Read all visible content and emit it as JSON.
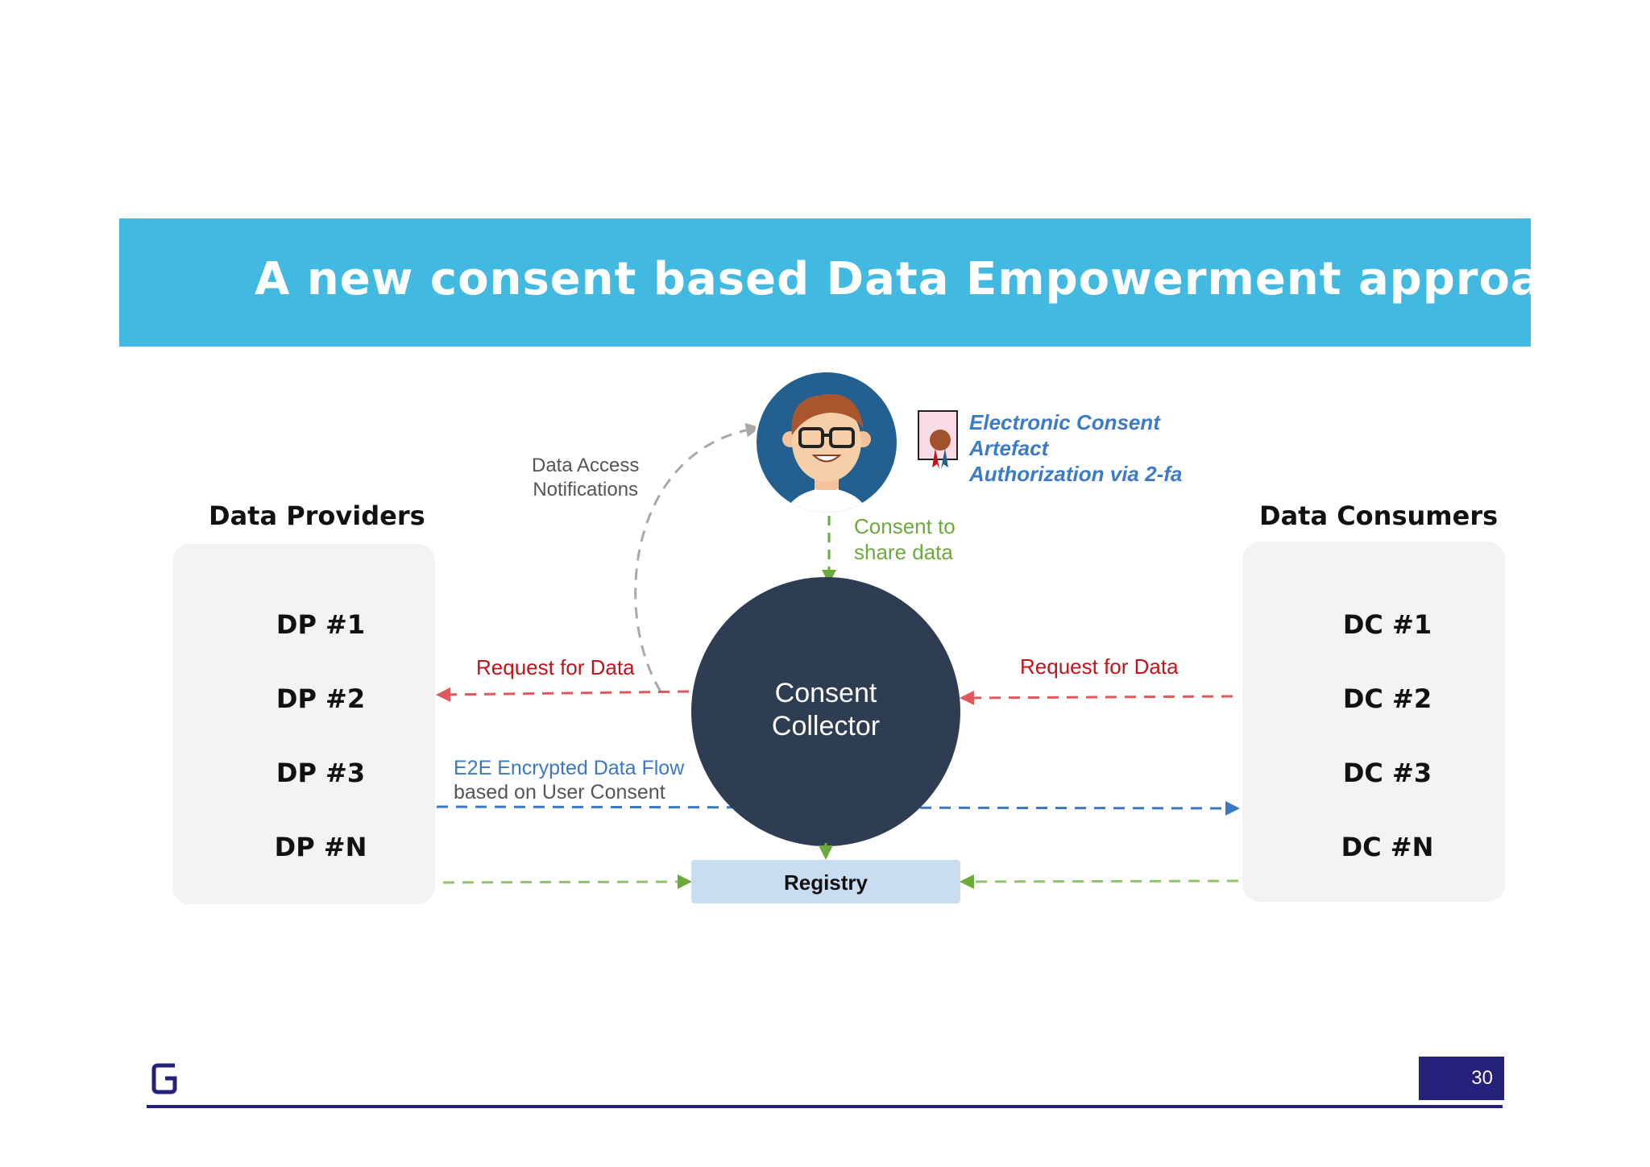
{
  "slide": {
    "title": "A new consent based Data Empowerment approach!",
    "page_number": "30"
  },
  "providers": {
    "title": "Data Providers",
    "items": [
      "DP #1",
      "DP #2",
      "DP #3",
      "DP #N"
    ]
  },
  "consumers": {
    "title": "Data Consumers",
    "items": [
      "DC #1",
      "DC #2",
      "DC #3",
      "DC #N"
    ]
  },
  "user": {
    "icon": "user-avatar-icon",
    "artefact_icon": "certificate-icon",
    "artefact_lines": [
      "Electronic Consent",
      "Artefact",
      "Authorization via 2-fa"
    ]
  },
  "flows": {
    "notifications_lines": [
      "Data Access",
      "Notifications"
    ],
    "consent_lines": [
      "Consent to",
      "share data"
    ],
    "request_left": "Request for Data",
    "request_right": "Request for Data",
    "e2e_line1": "E2E Encrypted Data Flow",
    "e2e_line2": "based on User Consent"
  },
  "collector": {
    "lines": [
      "Consent",
      "Collector"
    ]
  },
  "registry": {
    "label": "Registry"
  },
  "colors": {
    "banner": "#41b9e0",
    "collector": "#2e3d52",
    "request_arrow": "#e0585c",
    "consent_arrow": "#6aab3b",
    "e2e_arrow": "#3b78c4",
    "notification_arrow": "#a9a9a9",
    "footer": "#25207a"
  },
  "footer": {
    "logo_icon": "g-logo-icon"
  }
}
